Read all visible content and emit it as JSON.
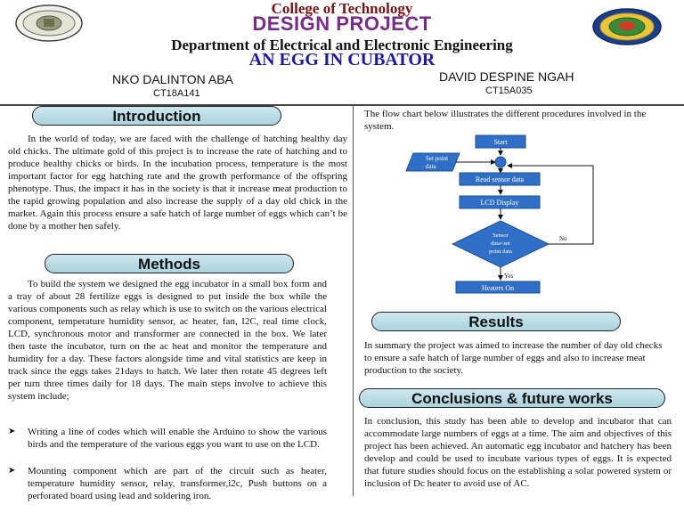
{
  "header": {
    "college": "College of Technology",
    "design_project": "DESIGN PROJECT",
    "department": "Department of Electrical and Electronic Engineering",
    "project_title": "AN EGG  IN CUBATOR",
    "author_left": {
      "name": "NKO DALINTON ABA",
      "id": "CT18A141"
    },
    "author_right": {
      "name": "DAVID DESPINE NGAH",
      "id": "CT15A035"
    }
  },
  "introduction": {
    "heading": "Introduction",
    "body": "In the world of today, we are faced with the challenge of hatching healthy day old chicks. The ultimate gold of this project is to increase the rate of hatching and to produce healthy chicks or birds. In the incubation process, temperature is the most important factor for egg hatching rate and the growth performance of the offspring phenotype. Thus, the impact it has in the society is that it increase meat production to the rapid growing population and also increase the supply of a day old chick in the market. Again this process ensure a safe hatch of large number of eggs which can’t be done by a mother hen safely."
  },
  "methods": {
    "heading": "Methods",
    "body": "To build the system we designed the egg incubator in a small box form and a tray of about 28 fertilize eggs is designed to put inside the box while the various components such as relay which is use to switch on the various electrical component, temperature humidity sensor,  ac heater, fan, I2C, real time clock, LCD, synchronous motor and transformer are connected in the box. We later then taste the incubator, turn on the ac heat and monitor the temperature and humidity for a day. These factors alongside time and vital statistics are keep in track since the eggs takes 21days to hatch. We later then rotate 45 degrees left per turn three times daily for 18 days. The main steps involve to achieve this system include;",
    "bullets": [
      "Writing a line of codes which will enable the Arduino to show the various birds and the temperature of the various eggs you want to use on the LCD.",
      "Mounting component which are part of the circuit such as heater, temperature humidity sensor, relay, transformer,i2c, Push buttons on a perforated board using lead and soldering iron."
    ]
  },
  "flow": {
    "intro": "The flow chart below illustrates the different procedures involved in the system.",
    "start": "Start",
    "set_point_line1": "Set point",
    "set_point_line2": "data",
    "read_sensor": "Read sensor data",
    "lcd_display": "LCD Display",
    "decision_line1": "Sensor",
    "decision_line2": "data<set",
    "decision_line3": "point data",
    "no_label": "No",
    "yes_label": "Yes",
    "heaters_on": "Heaters On"
  },
  "results": {
    "heading": "Results",
    "body": "In summary the project was aimed to increase the number of day old checks to ensure a safe hatch of large number of eggs and also to increase meat production to the society."
  },
  "conclusions": {
    "heading": "Conclusions & future works",
    "body": "In conclusion, this study has been able to develop and incubator that can accommodate large numbers of eggs at a time. The  aim and objectives of this project has been achieved.  An automatic egg incubator and hatchery has been develop and could be used to incubate various types of eggs. It is expected that future studies should focus on the establishing a solar powered system or inclusion of Dc heater to avoid use of AC."
  },
  "colors": {
    "flow_box": "#2f6fc7",
    "pill_fill": "#b9dde6",
    "college": "#7a1212",
    "design": "#7a2a8a",
    "title": "#1a1aa8"
  }
}
